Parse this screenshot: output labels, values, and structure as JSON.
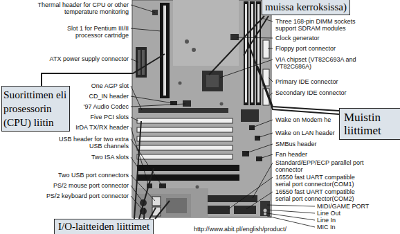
{
  "diagram": {
    "nodes": [
      {
        "text": [
          "muissa kerroksissa)"
        ]
      },
      {
        "text": [
          "Suorittimen eli prosessorin (CPU) liitin"
        ]
      },
      {
        "text": [
          "Muistin liittimet"
        ]
      },
      {
        "text": [
          "I/O-laitteiden liittimet"
        ]
      }
    ],
    "labels": [
      "Thermal header for CPU or other temperature monitoring",
      "Slot 1 for Pentium III/II processor cartridge",
      "ATX power supply connector",
      "One AGP slot",
      "CD_IN header",
      "'97 Audio Codec",
      "Five PCI slots",
      "IrDA TX/RX header",
      "USB header for two extra USB channels",
      "Two ISA slots",
      "Two USB port connectors",
      "PS/2 mouse port connector",
      "PS/2 keyboard port connector",
      "Three 168-pin DIMM sockets support SDRAM modules",
      "Clock generator",
      "Floppy port connector",
      "VIA chipset (VT82C693A and VT82C686A)",
      "Primary IDE connector",
      "Secondary IDE connector",
      "Wake on Modem he",
      "Wake on LAN header",
      "SMBus header",
      "Fan header",
      "Standard/EPP/ECP parallel port connector",
      "16550 fast UART compatible serial port connector(COM1)",
      "16550 fast UART compatible serial port connector(COM2)",
      "MIDI/GAME PORT",
      "Line Out",
      "Line In",
      "MIC In",
      "http://www.abit.pl/english/product/"
    ]
  }
}
